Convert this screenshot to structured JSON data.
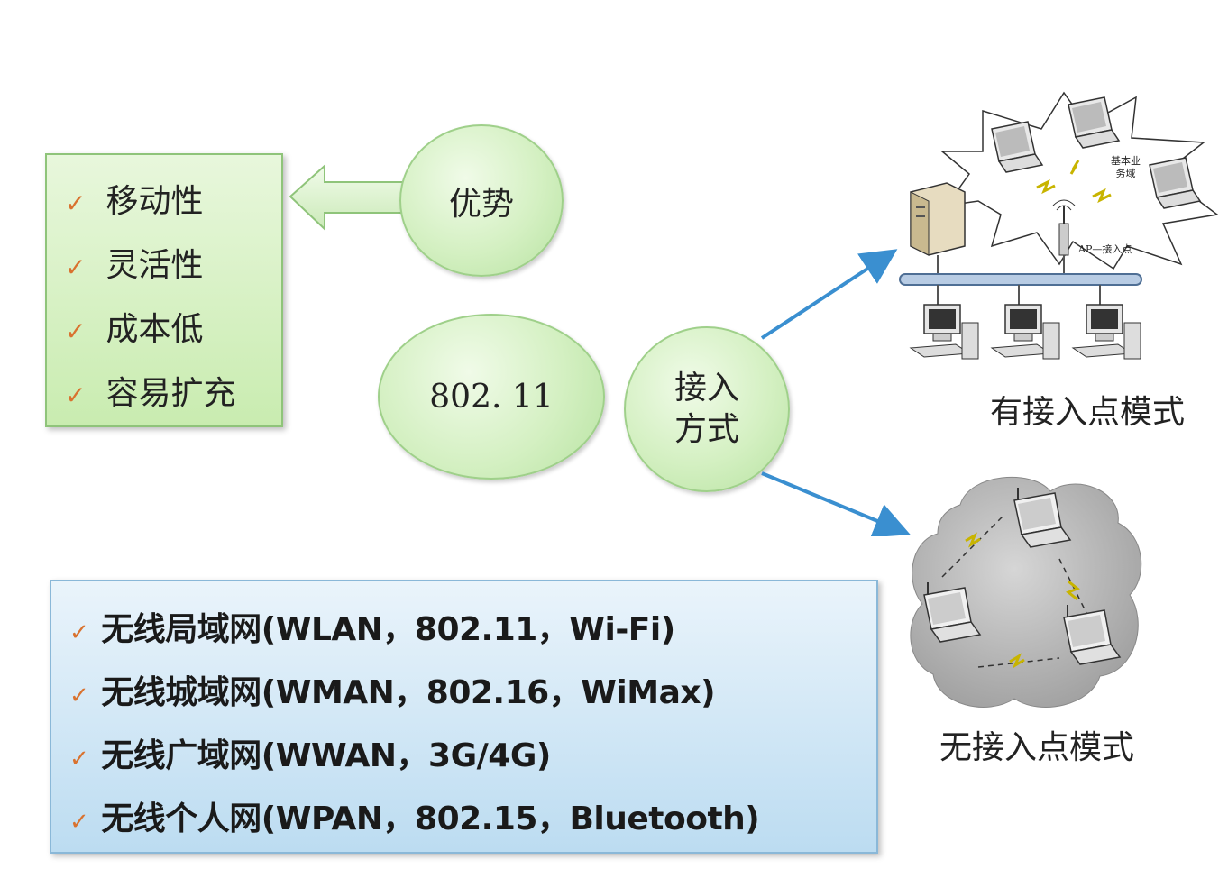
{
  "advantages": {
    "items": [
      "移动性",
      "灵活性",
      "成本低",
      "容易扩充"
    ]
  },
  "bubbles": {
    "advantage": "优势",
    "standard": "802. 11",
    "access_line1": "接入",
    "access_line2": "方式"
  },
  "wireless_types": {
    "items": [
      "无线局域网(WLAN，802.11，Wi-Fi)",
      "无线城域网(WMAN，802.16，WiMax)",
      "无线广域网(WWAN，3G/4G)",
      "无线个人网(WPAN，802.15，Bluetooth)"
    ]
  },
  "infrastructure": {
    "caption": "有接入点模式",
    "bss_label_line1": "基本业",
    "bss_label_line2": "务域",
    "ap_label": "AP—接入点"
  },
  "adhoc": {
    "caption": "无接入点模式"
  },
  "icons": {
    "check": "check-icon",
    "server": "server-icon",
    "desktop": "desktop-computer-icon",
    "laptop": "laptop-icon",
    "access_point": "access-point-icon",
    "lightning": "lightning-icon",
    "cloud": "cloud-icon"
  },
  "colors": {
    "check": "#d9722f",
    "arrow_blue": "#3a8fd0",
    "green_fill": "#c9ecb0",
    "blue_fill": "#bcdcf1"
  }
}
